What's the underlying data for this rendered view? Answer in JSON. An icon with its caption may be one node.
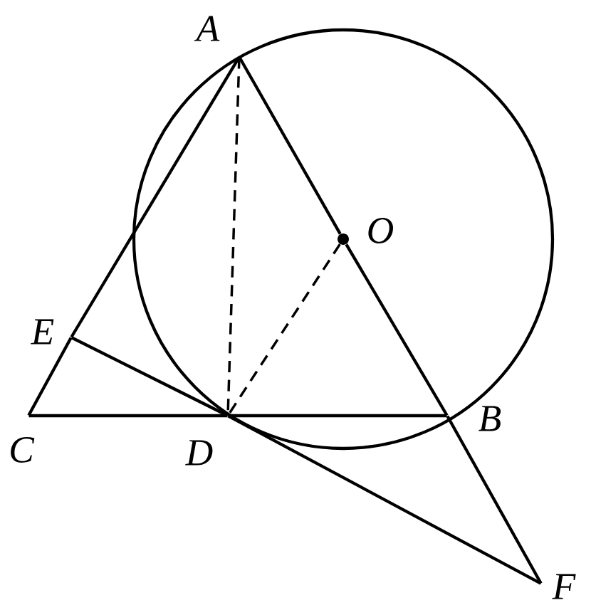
{
  "diagram": {
    "nodes": [
      {
        "text": [
          "A"
        ]
      },
      {
        "text": [
          "O"
        ]
      },
      {
        "text": [
          "E"
        ]
      },
      {
        "text": [
          "C"
        ]
      },
      {
        "text": [
          "D"
        ]
      },
      {
        "text": [
          "B"
        ]
      },
      {
        "text": [
          "F"
        ]
      }
    ],
    "edges": [
      {
        "from": 0,
        "to": 1,
        "arrow": "none"
      },
      {
        "from": 1,
        "to": 5,
        "arrow": "none"
      },
      {
        "from": 5,
        "to": 6,
        "arrow": "none"
      },
      {
        "from": 0,
        "to": 2,
        "arrow": "none"
      },
      {
        "from": 2,
        "to": 3,
        "arrow": "none"
      },
      {
        "from": 3,
        "to": 4,
        "arrow": "none"
      },
      {
        "from": 4,
        "to": 5,
        "arrow": "none"
      },
      {
        "from": 2,
        "to": 4,
        "arrow": "none"
      },
      {
        "from": 4,
        "to": 6,
        "arrow": "none"
      },
      {
        "from": 0,
        "to": 4,
        "arrow": "none",
        "style": "dashed"
      },
      {
        "from": 1,
        "to": 4,
        "arrow": "none",
        "style": "dashed"
      }
    ]
  }
}
